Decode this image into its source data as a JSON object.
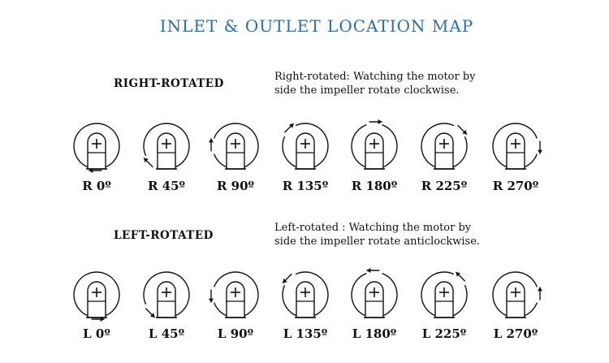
{
  "title": "INLET & OUTLET LOCATION MAP",
  "right_section": {
    "heading": "RIGHT-ROTATED",
    "description_line1": "Right-rotated: Watching the motor by",
    "description_line2": "side the impeller rotate clockwise.",
    "items": [
      {
        "label": "R  0º",
        "angle": 0
      },
      {
        "label": "R  45º",
        "angle": 45
      },
      {
        "label": "R  90º",
        "angle": 90
      },
      {
        "label": "R  135º",
        "angle": 135
      },
      {
        "label": "R  180º",
        "angle": 180
      },
      {
        "label": "R  225º",
        "angle": 225
      },
      {
        "label": "R  270º",
        "angle": 270
      }
    ]
  },
  "left_section": {
    "heading": "LEFT-ROTATED",
    "description_line1": "Left-rotated : Watching the motor by",
    "description_line2": "side the impeller rotate anticlockwise.",
    "items": [
      {
        "label": "L  0º",
        "angle": 0
      },
      {
        "label": "L  45º",
        "angle": 45
      },
      {
        "label": "L  90º",
        "angle": 90
      },
      {
        "label": "L  135º",
        "angle": 135
      },
      {
        "label": "L  180º",
        "angle": 180
      },
      {
        "label": "L  225º",
        "angle": 225
      },
      {
        "label": "L  270º",
        "angle": 270
      }
    ]
  },
  "colors": {
    "title": "#2a6eb0",
    "stroke": "#111111"
  }
}
